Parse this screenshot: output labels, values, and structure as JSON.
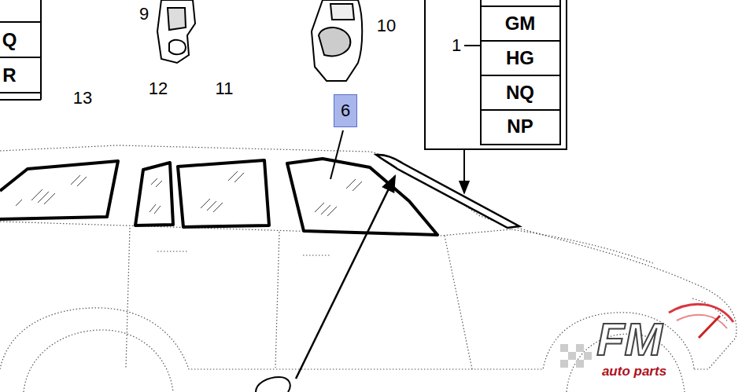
{
  "diagram": {
    "nodes": [
      {
        "text": [
          "6"
        ]
      }
    ],
    "labels": [
      "9",
      "10",
      "13",
      "12",
      "11",
      "1",
      "GM",
      "HG",
      "NQ",
      "NP",
      "Q",
      "R",
      "FM",
      "auto parts"
    ]
  }
}
